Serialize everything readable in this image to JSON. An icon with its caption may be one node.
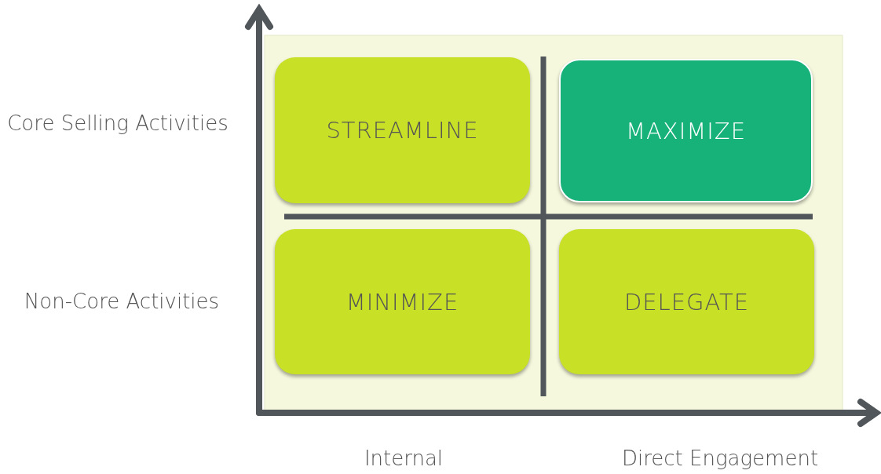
{
  "diagram": {
    "nodes": [
      {
        "text": [
          "STREAMLINE"
        ]
      },
      {
        "text": [
          "MAXIMIZE"
        ]
      },
      {
        "text": [
          "MINIMIZE"
        ]
      },
      {
        "text": [
          "DELEGATE"
        ]
      }
    ],
    "labels": [
      "Core Selling Activities",
      "Non-Core Activities",
      "Internal",
      "Direct Engagement"
    ]
  }
}
